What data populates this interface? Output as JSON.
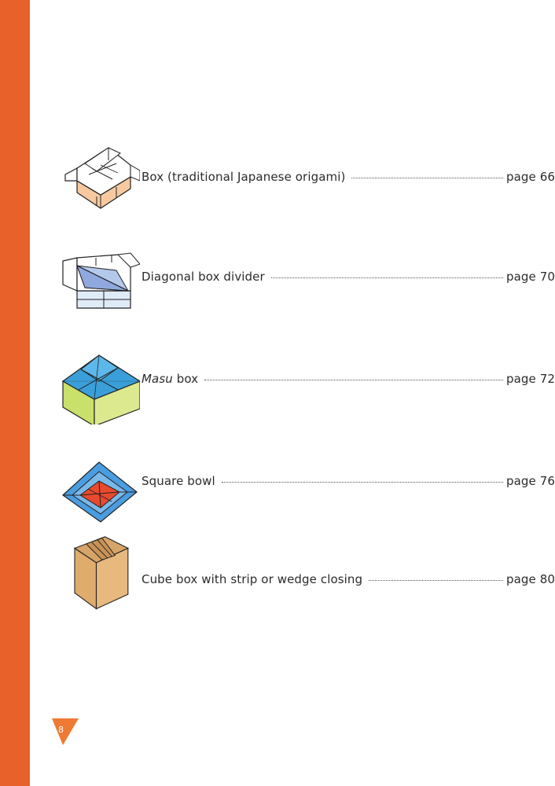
{
  "page_number": "8",
  "colors": {
    "accent": "#e8602a"
  },
  "toc": [
    {
      "icon": "traditional-box-icon",
      "title": "Box (traditional Japanese origami)",
      "page": "page 66"
    },
    {
      "icon": "diagonal-divider-box-icon",
      "title": "Diagonal box divider",
      "page": "page 70"
    },
    {
      "icon": "masu-box-icon",
      "title_italic": "Masu",
      "title_rest": " box",
      "page": "page 72"
    },
    {
      "icon": "square-bowl-icon",
      "title": "Square bowl",
      "page": "page 76"
    },
    {
      "icon": "cube-box-icon",
      "title": "Cube box with strip or wedge closing",
      "page": "page 80"
    }
  ]
}
